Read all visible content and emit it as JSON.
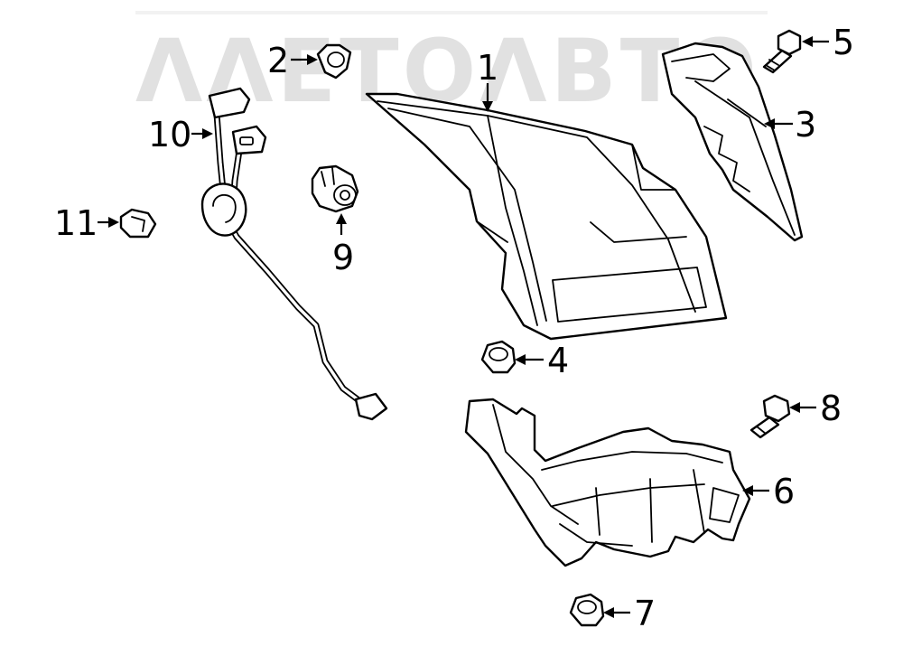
{
  "watermark": {
    "text": "ΛΛΕΤΟΛΒΤΟ"
  },
  "callouts": [
    {
      "id": "1",
      "label": "1",
      "part": "tail-lamp-assembly"
    },
    {
      "id": "2",
      "label": "2",
      "part": "clip"
    },
    {
      "id": "3",
      "label": "3",
      "part": "lamp-housing-cover"
    },
    {
      "id": "4",
      "label": "4",
      "part": "nut"
    },
    {
      "id": "5",
      "label": "5",
      "part": "screw"
    },
    {
      "id": "6",
      "label": "6",
      "part": "bracket"
    },
    {
      "id": "7",
      "label": "7",
      "part": "nut"
    },
    {
      "id": "8",
      "label": "8",
      "part": "bolt"
    },
    {
      "id": "9",
      "label": "9",
      "part": "bulb-socket"
    },
    {
      "id": "10",
      "label": "10",
      "part": "wiring-harness"
    },
    {
      "id": "11",
      "label": "11",
      "part": "connector"
    }
  ],
  "colors": {
    "line": "#000000",
    "background": "#ffffff",
    "watermark": "#d7d7d7"
  }
}
